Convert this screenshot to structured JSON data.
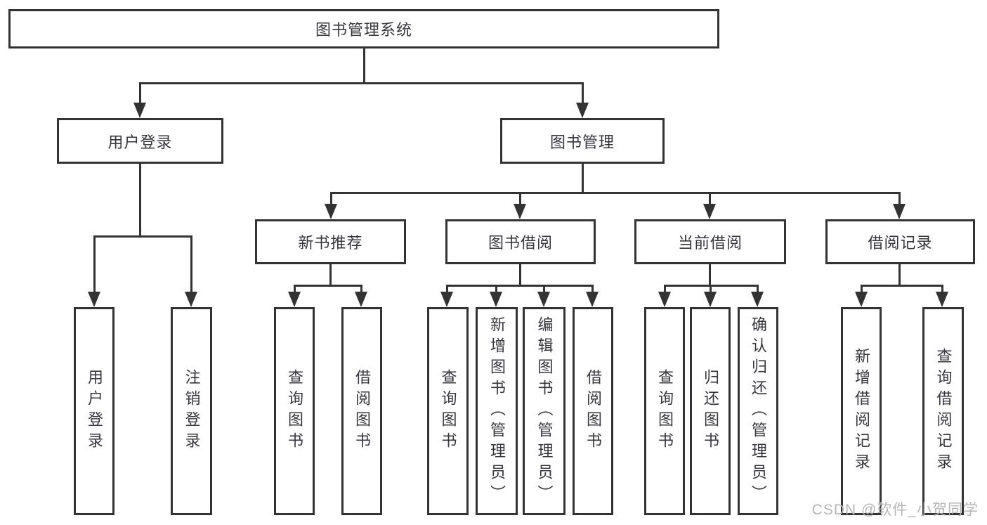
{
  "diagram_title": "图书管理系统",
  "tree": {
    "label": "图书管理系统",
    "children": [
      {
        "label": "用户登录",
        "children": [
          {
            "label": "用户登录"
          },
          {
            "label": "注销登录"
          }
        ]
      },
      {
        "label": "图书管理",
        "children": [
          {
            "label": "新书推荐",
            "children": [
              {
                "label": "查询图书"
              },
              {
                "label": "借阅图书"
              }
            ]
          },
          {
            "label": "图书借阅",
            "children": [
              {
                "label": "查询图书"
              },
              {
                "label": "新增图书（管理员）"
              },
              {
                "label": "编辑图书（管理员）"
              },
              {
                "label": "借阅图书"
              }
            ]
          },
          {
            "label": "当前借阅",
            "children": [
              {
                "label": "查询图书"
              },
              {
                "label": "归还图书"
              },
              {
                "label": "确认归还（管理员）"
              }
            ]
          },
          {
            "label": "借阅记录",
            "children": [
              {
                "label": "新增借阅记录"
              },
              {
                "label": "查询借阅记录"
              }
            ]
          }
        ]
      }
    ]
  },
  "watermark": "CSDN @软件_小贺同学",
  "colors": {
    "line": "#333333",
    "text": "#36363d",
    "watermark": "#b5b5b5",
    "background": "#ffffff"
  }
}
